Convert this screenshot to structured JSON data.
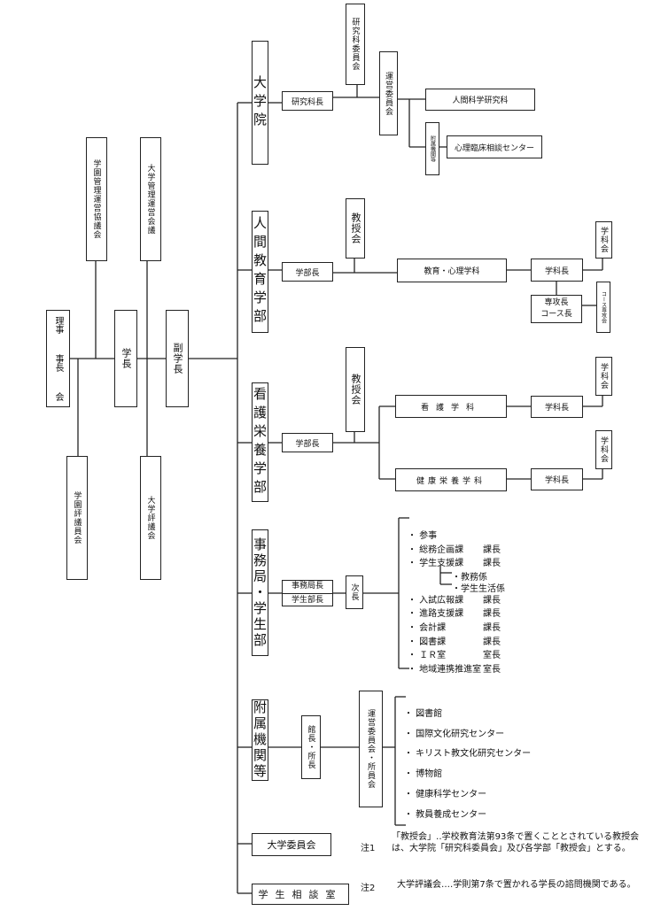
{
  "left": {
    "rijicho": [
      "理事",
      "事長",
      "会"
    ],
    "gakuen_kyogi": "学園管理運営協議会",
    "daigaku_kyogi": "大学管理運営会議",
    "gakucho": "学長",
    "fukugakucho": "副学長",
    "gakuen_hyogi": "学園評議員会",
    "daigaku_hyogi": "大学評議会"
  },
  "graduate": {
    "unit": "大学院",
    "head": "研究科長",
    "committee": "研究科委員会",
    "steering": "運営委員会",
    "dept": "人間科学研究科",
    "attached": "附属機関等",
    "center": "心理臨床相談センター"
  },
  "human_faculty": {
    "unit": "人間教育学部",
    "head": "学部長",
    "council": "教授会",
    "dept": "教育・心理学科",
    "dept_head": "学科長",
    "assoc": "学科会",
    "major_head": "専攻長",
    "course_head": "コース長",
    "course_council": "コース専攻会"
  },
  "nursing_faculty": {
    "unit": "看護栄養学部",
    "head": "学部長",
    "council": "教授会",
    "dept1": "看護学科",
    "dept2": "健康栄養学科",
    "dept_head": "学科長",
    "assoc": "学科会"
  },
  "office": {
    "unit": "事務局・学生部",
    "head1": "事務局長",
    "head2": "学生部長",
    "deputy": "次長",
    "items": [
      {
        "name": "参事",
        "role": ""
      },
      {
        "name": "総務企画課",
        "role": "課長"
      },
      {
        "name": "学生支援課",
        "role": "課長"
      },
      {
        "name": "入試広報課",
        "role": "課長"
      },
      {
        "name": "進路支援課",
        "role": "課長"
      },
      {
        "name": "会計課",
        "role": "課長"
      },
      {
        "name": "図書課",
        "role": "課長"
      },
      {
        "name": "ＩＲ室",
        "role": "室長"
      },
      {
        "name": "地域連携推進室",
        "role": "室長"
      }
    ],
    "sub1": "教務係",
    "sub2": "学生生活係"
  },
  "attached_inst": {
    "unit": "附属機関等",
    "head": "館長・所長",
    "committee": "運営委員会・所員会",
    "items": [
      "図書館",
      "国際文化研究センター",
      "キリスト教文化研究センター",
      "博物館",
      "健康科学センター",
      "教員養成センター"
    ]
  },
  "bottom": {
    "univ_committee": "大学委員会",
    "counseling": "学生相談室"
  },
  "notes": [
    {
      "label": "注1",
      "text": "「教授会」‥学校教育法第93条で置くこととされている教授会は、大学院「研究科委員会」及び各学部「教授会」とする。"
    },
    {
      "label": "注2",
      "text": "大学評議会‥‥学則第7条で置かれる学長の諮問機関である。"
    }
  ]
}
